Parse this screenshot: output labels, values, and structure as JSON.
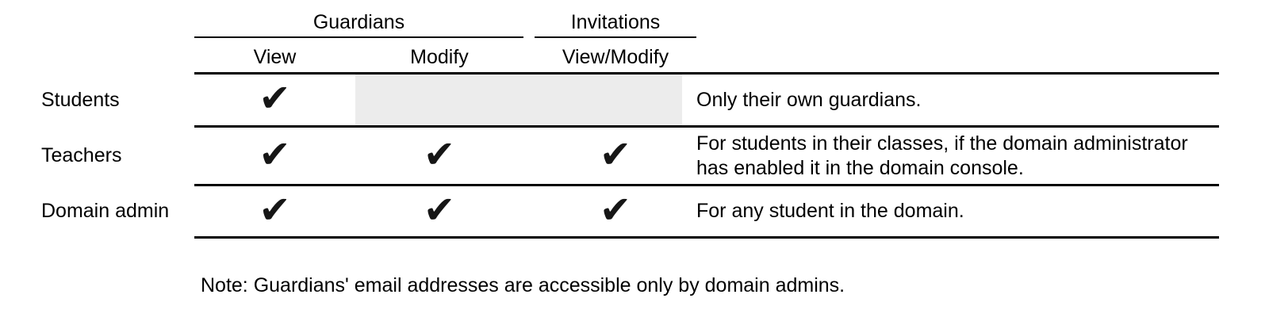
{
  "table": {
    "group_headers": [
      {
        "label": "Guardians"
      },
      {
        "label": "Invitations"
      }
    ],
    "column_headers": [
      "View",
      "Modify",
      "View/Modify"
    ],
    "check_glyph": "✔",
    "rows": [
      {
        "label": "Students",
        "permissions": {
          "view": true,
          "modify": false,
          "view_modify": false
        },
        "shaded_cells": "modify-and-view-modify",
        "note": "Only their own guardians."
      },
      {
        "label": "Teachers",
        "permissions": {
          "view": true,
          "modify": true,
          "view_modify": true
        },
        "note": "For students in their classes, if the domain administrator has enabled it in the domain console."
      },
      {
        "label": "Domain admin",
        "permissions": {
          "view": true,
          "modify": true,
          "view_modify": true
        },
        "note": "For any student in the domain."
      }
    ]
  },
  "footnote": "Note: Guardians' email addresses are accessible only by domain admins.",
  "colors": {
    "shaded_cell": "#ececec",
    "rule": "#000000",
    "text": "#000000",
    "check": "#161616"
  }
}
